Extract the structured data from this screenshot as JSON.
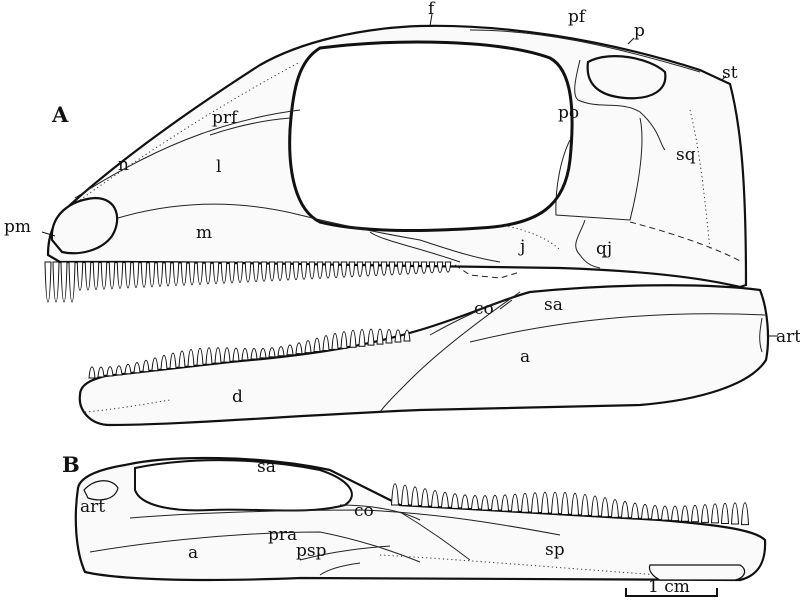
{
  "figure": {
    "panels": [
      {
        "id": "A",
        "label": "A"
      },
      {
        "id": "B",
        "label": "B"
      }
    ],
    "labels_A": {
      "f": "f",
      "pf": "pf",
      "p": "p",
      "st": "st",
      "prf": "prf",
      "po": "po",
      "n": "n",
      "l": "l",
      "sq": "sq",
      "pm": "pm",
      "m": "m",
      "j": "j",
      "qj": "qj",
      "co": "co",
      "sa": "sa",
      "art": "art",
      "a": "a",
      "d": "d"
    },
    "labels_B": {
      "sa": "sa",
      "art": "art",
      "co": "co",
      "pra": "pra",
      "a": "a",
      "psp": "psp",
      "sp": "sp"
    },
    "scale_bar": {
      "label": "1 cm"
    }
  }
}
